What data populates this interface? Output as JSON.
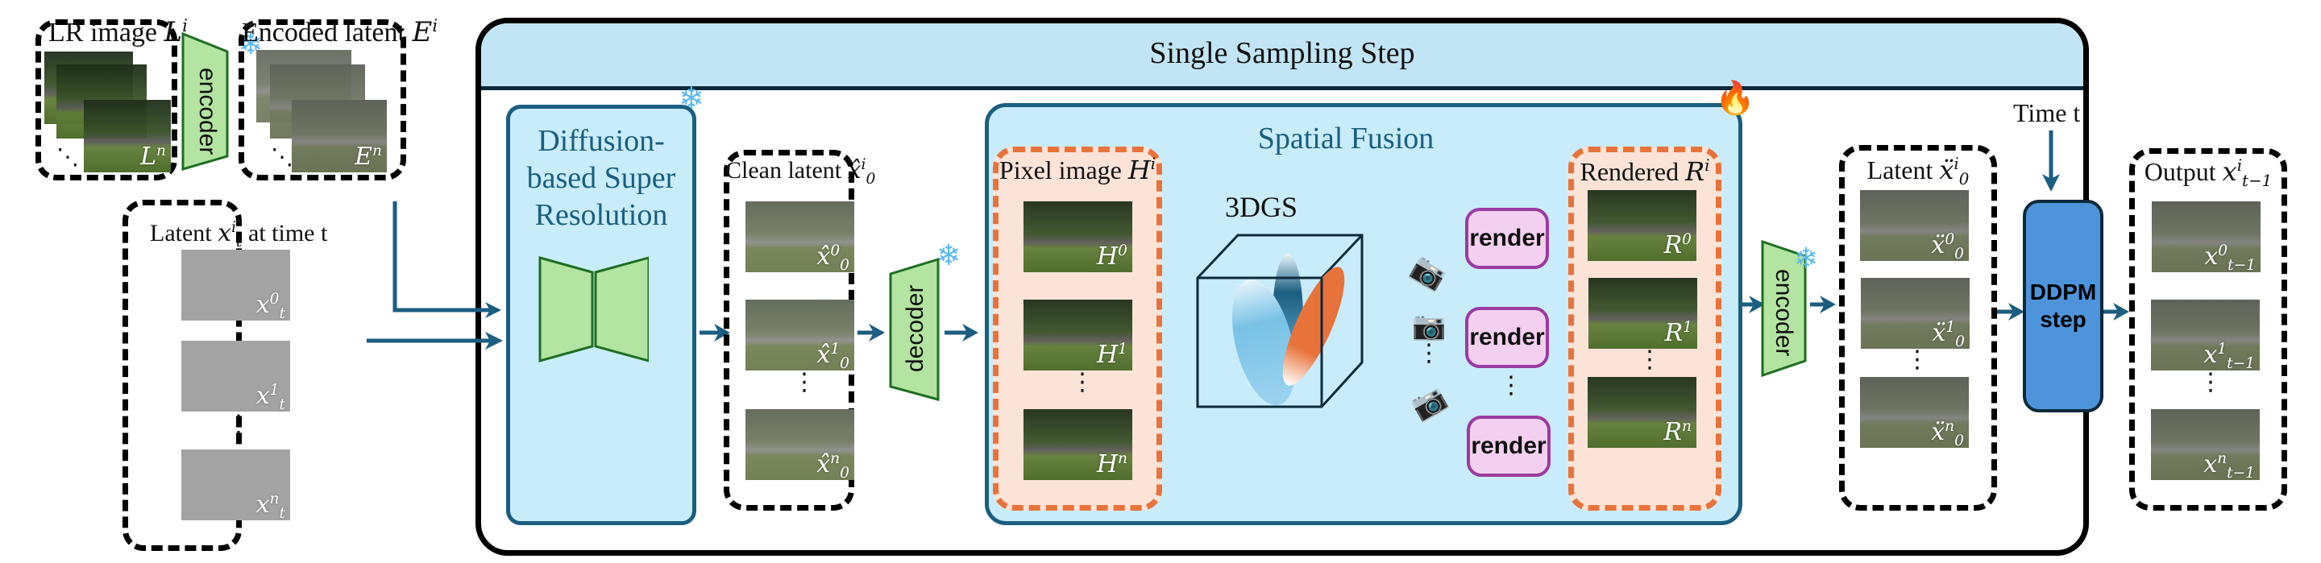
{
  "figure": {
    "outer_title": "Single Sampling Step",
    "lr_images": {
      "label": "LR image",
      "symbol": "L",
      "sup": "i",
      "last_tag_symbol": "L",
      "last_tag_sup": "n"
    },
    "encoder_top": {
      "label": "encoder",
      "state": "frozen"
    },
    "encoded_latent": {
      "label": "Encoded latent",
      "symbol": "E",
      "sup": "i",
      "last_tag_symbol": "E",
      "last_tag_sup": "n"
    },
    "noisy_latent": {
      "label_prefix": "Latent",
      "symbol": "x",
      "sup": "i",
      "sub": "t",
      "label_suffix": "at time t",
      "items": [
        {
          "symbol": "x",
          "sup": "0",
          "sub": "t"
        },
        {
          "symbol": "x",
          "sup": "1",
          "sub": "t"
        },
        {
          "symbol": "x",
          "sup": "n",
          "sub": "t"
        }
      ]
    },
    "diffusion_sr": {
      "line1": "Diffusion-",
      "line2": "based Super",
      "line3": "Resolution",
      "state": "frozen"
    },
    "clean_latent": {
      "label": "Clean latent",
      "symbol": "x̂",
      "sup": "i",
      "sub": "0",
      "items": [
        {
          "symbol": "x̂",
          "sup": "0",
          "sub": "0"
        },
        {
          "symbol": "x̂",
          "sup": "1",
          "sub": "0"
        },
        {
          "symbol": "x̂",
          "sup": "n",
          "sub": "0"
        }
      ]
    },
    "decoder": {
      "label": "decoder",
      "state": "frozen"
    },
    "spatial_fusion": {
      "title": "Spatial Fusion",
      "state": "trainable",
      "pixel_images": {
        "label": "Pixel image",
        "symbol": "H",
        "sup": "i",
        "items": [
          {
            "symbol": "H",
            "sup": "0"
          },
          {
            "symbol": "H",
            "sup": "1"
          },
          {
            "symbol": "H",
            "sup": "n"
          }
        ]
      },
      "gs_label": "3DGS",
      "render_buttons": [
        "render",
        "render",
        "render"
      ],
      "rendered": {
        "label": "Rendered",
        "symbol": "R",
        "sup": "i",
        "items": [
          {
            "symbol": "R",
            "sup": "0"
          },
          {
            "symbol": "R",
            "sup": "1"
          },
          {
            "symbol": "R",
            "sup": "n"
          }
        ]
      }
    },
    "encoder_right": {
      "label": "encoder",
      "state": "frozen"
    },
    "refined_latent": {
      "label": "Latent",
      "symbol": "ẍ",
      "sup": "i",
      "sub": "0",
      "items": [
        {
          "symbol": "ẍ",
          "sup": "0",
          "sub": "0"
        },
        {
          "symbol": "ẍ",
          "sup": "1",
          "sub": "0"
        },
        {
          "symbol": "ẍ",
          "sup": "n",
          "sub": "0"
        }
      ]
    },
    "time_label": "Time t",
    "ddpm": {
      "line1": "DDPM",
      "line2": "step"
    },
    "output": {
      "label": "Output",
      "symbol": "x",
      "sup": "i",
      "sub": "t−1",
      "items": [
        {
          "symbol": "x",
          "sup": "0",
          "sub": "t−1"
        },
        {
          "symbol": "x",
          "sup": "1",
          "sub": "t−1"
        },
        {
          "symbol": "x",
          "sup": "n",
          "sub": "t−1"
        }
      ]
    },
    "colors": {
      "arrow": "#1b5e80",
      "panel_blue": "#c9ecfa",
      "header_blue": "#c2e5f5",
      "module_green": "#b3e4a1",
      "module_green_border": "#1e6e22",
      "orange_dash": "#e8733a",
      "orange_fill": "#fbe3d8",
      "render_pink": "#f3d0ef",
      "render_border": "#9b3aa0",
      "ddpm_blue": "#4e94db",
      "gaussian_orange": "#e8733a",
      "gaussian_blue": "#78c2e6",
      "gaussian_dark": "#1b5e80"
    }
  }
}
